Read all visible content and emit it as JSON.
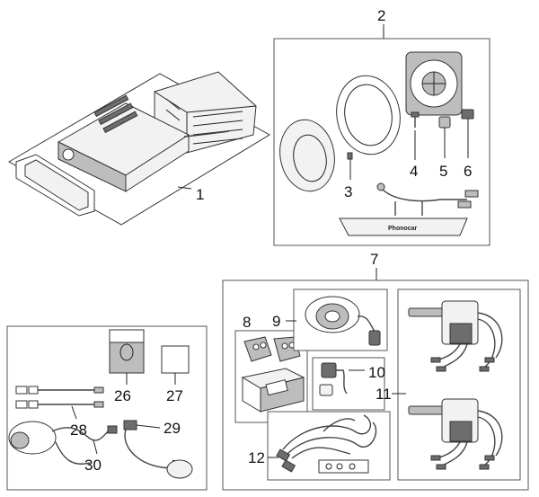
{
  "callouts": {
    "c1": "1",
    "c2": "2",
    "c3": "3",
    "c4": "4",
    "c5": "5",
    "c6": "6",
    "c7": "7",
    "c8": "8",
    "c9": "9",
    "c10": "10",
    "c11": "11",
    "c12": "12",
    "c26": "26",
    "c27": "27",
    "c28": "28",
    "c29": "29",
    "c30": "30"
  },
  "brand_label": "Phonocar"
}
